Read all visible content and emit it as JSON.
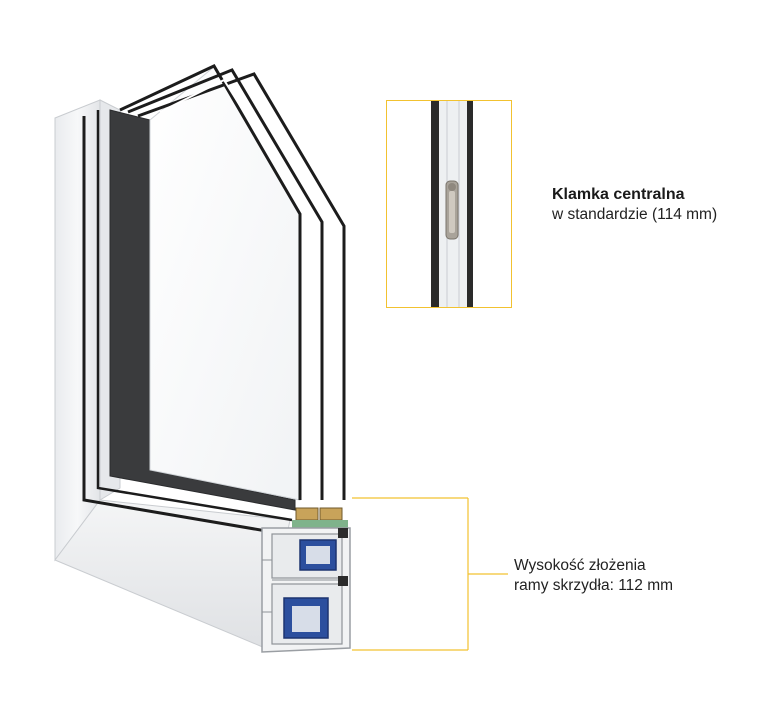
{
  "handle_callout": {
    "title": "Klamka centralna",
    "subtitle": "w standardzie (114 mm)"
  },
  "height_callout": {
    "line1": "Wysokość złożenia",
    "line2": "ramy skrzydła: 112 mm"
  },
  "colors": {
    "accent": "#f2c230",
    "frame_white": "#f4f5f6",
    "gasket_dark": "#3a3b3d",
    "glass_edge": "#1c1c1c",
    "reinforcement_blue": "#2c4f9e"
  }
}
